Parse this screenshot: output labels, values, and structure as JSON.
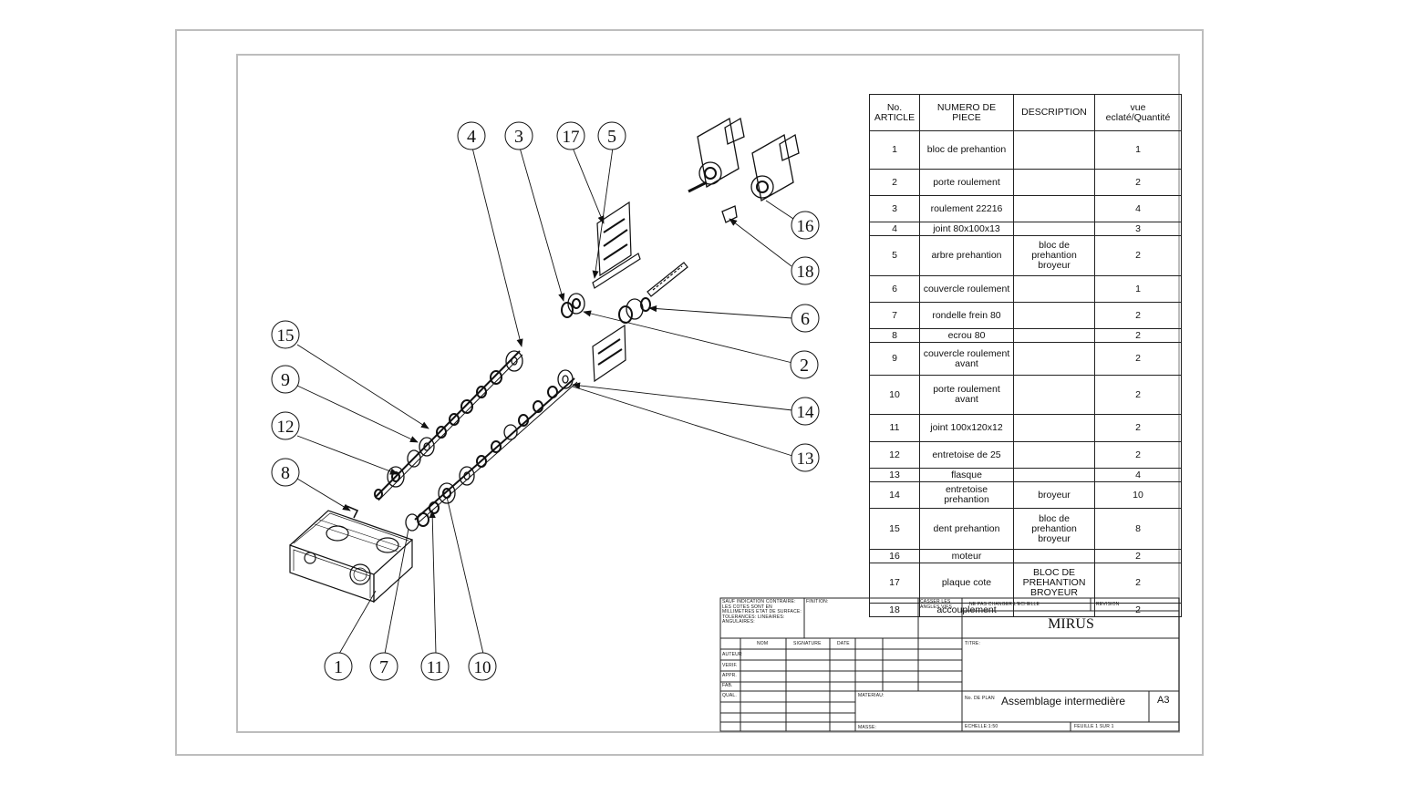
{
  "balloons": [
    "1",
    "2",
    "3",
    "4",
    "5",
    "6",
    "7",
    "8",
    "9",
    "10",
    "11",
    "12",
    "13",
    "14",
    "15",
    "16",
    "17",
    "18"
  ],
  "bom": {
    "headers": [
      "No. ARTICLE",
      "NUMERO DE PIECE",
      "DESCRIPTION",
      "vue eclaté/Quantité"
    ],
    "rows": [
      {
        "no": "1",
        "piece": "bloc de prehantion",
        "desc": "",
        "qty": "1"
      },
      {
        "no": "2",
        "piece": "porte roulement",
        "desc": "",
        "qty": "2"
      },
      {
        "no": "3",
        "piece": "roulement 22216",
        "desc": "",
        "qty": "4"
      },
      {
        "no": "4",
        "piece": "joint 80x100x13",
        "desc": "",
        "qty": "3"
      },
      {
        "no": "5",
        "piece": "arbre prehantion",
        "desc": "bloc de prehantion broyeur",
        "qty": "2"
      },
      {
        "no": "6",
        "piece": "couvercle roulement",
        "desc": "",
        "qty": "1"
      },
      {
        "no": "7",
        "piece": "rondelle frein 80",
        "desc": "",
        "qty": "2"
      },
      {
        "no": "8",
        "piece": "ecrou 80",
        "desc": "",
        "qty": "2"
      },
      {
        "no": "9",
        "piece": "couvercle roulement avant",
        "desc": "",
        "qty": "2"
      },
      {
        "no": "10",
        "piece": "porte roulement avant",
        "desc": "",
        "qty": "2"
      },
      {
        "no": "11",
        "piece": "joint 100x120x12",
        "desc": "",
        "qty": "2"
      },
      {
        "no": "12",
        "piece": "entretoise de 25",
        "desc": "",
        "qty": "2"
      },
      {
        "no": "13",
        "piece": "flasque",
        "desc": "",
        "qty": "4"
      },
      {
        "no": "14",
        "piece": "entretoise prehantion",
        "desc": "broyeur",
        "qty": "10"
      },
      {
        "no": "15",
        "piece": "dent prehantion",
        "desc": "bloc de prehantion broyeur",
        "qty": "8"
      },
      {
        "no": "16",
        "piece": "moteur",
        "desc": "",
        "qty": "2"
      },
      {
        "no": "17",
        "piece": "plaque cote",
        "desc": "BLOC DE PREHANTION BROYEUR",
        "qty": "2"
      },
      {
        "no": "18",
        "piece": "accouplement",
        "desc": "",
        "qty": "2"
      }
    ]
  },
  "title_block": {
    "company": "MIRUS",
    "drawing_title": "Assemblage intermedière",
    "sheet_format": "A3",
    "tolerance_note": "SAUF INDICATION CONTRAIRE: LES COTES SONT EN MILLIMETRES ETAT DE SURFACE: TOLERANCES: LINEAIRES: ANGULAIRES:",
    "finish_label": "FINITION:",
    "deburr_label": "CASSER LES ANGLES VIFS",
    "no_scale_label": "NE PAS CHANGER L'ECHELLE",
    "revision_label": "REVISION",
    "title_label": "TITRE:",
    "col_name": "NOM",
    "col_signature": "SIGNATURE",
    "col_date": "DATE",
    "rows": [
      "AUTEUR",
      "VERIF.",
      "APPR.",
      "FAB.",
      "QUAL."
    ],
    "material_label": "MATERIAU:",
    "drawing_no_label": "No. DE PLAN",
    "mass_label": "MASSE:",
    "scale_label": "ECHELLE:1:50",
    "sheet_label": "FEUILLE 1 SUR 1"
  }
}
